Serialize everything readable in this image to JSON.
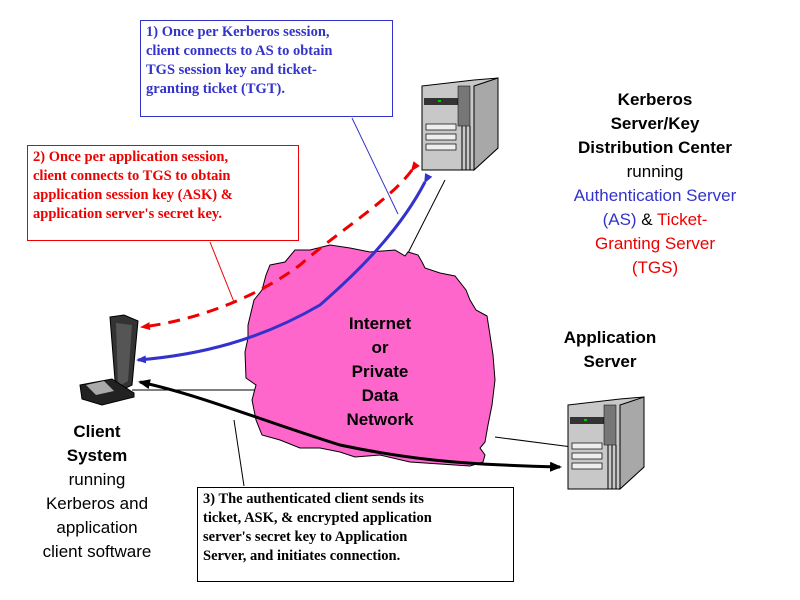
{
  "colors": {
    "blue": "#3333cc",
    "red": "#ee0000",
    "black": "#000000",
    "cloud_fill": "#ff66cc"
  },
  "callouts": [
    {
      "id": "as-exchange",
      "color": "blue",
      "lines": [
        "1) Once per Kerberos session,",
        "client connects to AS to obtain",
        "TGS session key and ticket-",
        "granting ticket (TGT)."
      ]
    },
    {
      "id": "tgs-exchange",
      "color": "red",
      "lines": [
        "2) Once per application session,",
        "client connects to TGS to obtain",
        "application session key (ASK) &",
        "application server's secret key."
      ]
    },
    {
      "id": "app-exchange",
      "color": "black",
      "lines": [
        "3) The authenticated client sends its",
        "ticket, ASK, & encrypted application",
        "server's secret key to Application",
        "Server, and initiates connection."
      ]
    }
  ],
  "kdc": {
    "icon": "server-tower-icon",
    "title_lines": [
      "Kerberos",
      "Server/Key",
      "Distribution Center"
    ],
    "running": "running",
    "as_line1": "Authentication Server",
    "as_line2": "(AS)",
    "amp": " & ",
    "tgs_line1": "Ticket-",
    "tgs_line2": "Granting Server",
    "tgs_line3": "(TGS)"
  },
  "network": {
    "icon": "network-cloud-icon",
    "lines": [
      "Internet",
      "or",
      "Private",
      "Data",
      "Network"
    ]
  },
  "app_server": {
    "icon": "server-tower-icon",
    "lines": [
      "Application",
      "Server"
    ]
  },
  "client": {
    "icon": "laptop-icon",
    "title_lines": [
      "Client",
      "System"
    ],
    "detail_lines": [
      "running",
      "Kerberos and",
      "application",
      "client software"
    ]
  }
}
